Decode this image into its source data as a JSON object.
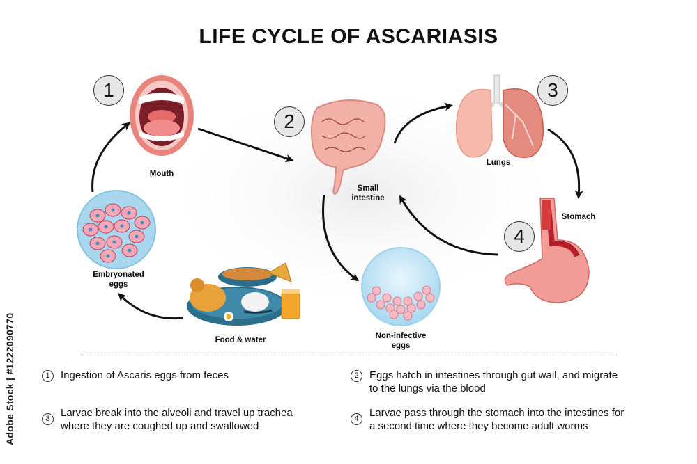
{
  "title": "LIFE CYCLE OF ASCARIASIS",
  "stages": [
    {
      "id": "mouth",
      "number": "1",
      "label": "Mouth"
    },
    {
      "id": "small-intestine",
      "number": "2",
      "label": "Small intestine"
    },
    {
      "id": "lungs",
      "number": "3",
      "label": "Lungs"
    },
    {
      "id": "stomach",
      "number": "4",
      "label": "Stomach"
    },
    {
      "id": "non-infective-eggs",
      "label": "Non-infective eggs"
    },
    {
      "id": "food-water",
      "label": "Food & water"
    },
    {
      "id": "embryonated-eggs",
      "label": "Embryonated eggs"
    }
  ],
  "labels": {
    "mouth": "Mouth",
    "small_intestine_1": "Small",
    "small_intestine_2": "intestine",
    "lungs": "Lungs",
    "stomach": "Stomach",
    "noninf_1": "Non-infective",
    "noninf_2": "eggs",
    "food": "Food & water",
    "emb_1": "Embryonated",
    "emb_2": "eggs"
  },
  "badges": {
    "b1": "1",
    "b2": "2",
    "b3": "3",
    "b4": "4"
  },
  "legend": [
    {
      "num": "1",
      "line1": "Ingestion of Ascaris eggs from feces",
      "line2": ""
    },
    {
      "num": "2",
      "line1": "Eggs hatch in intestines through gut wall, and migrate",
      "line2": "to the lungs via the blood"
    },
    {
      "num": "3",
      "line1": "Larvae break into the alveoli and travel up trachea",
      "line2": "where they are coughed up and swallowed"
    },
    {
      "num": "4",
      "line1": "Larvae pass through the stomach into the intestines for",
      "line2": "a second time where they become adult worms"
    }
  ],
  "credit": "Adobe Stock | #1222090770",
  "colors": {
    "tissue": "#f2a6a0",
    "tissue_dark": "#c0392b",
    "egg_bg": "#bfe3f5",
    "egg_cell": "#f7b9c3",
    "arrow": "#111111"
  }
}
